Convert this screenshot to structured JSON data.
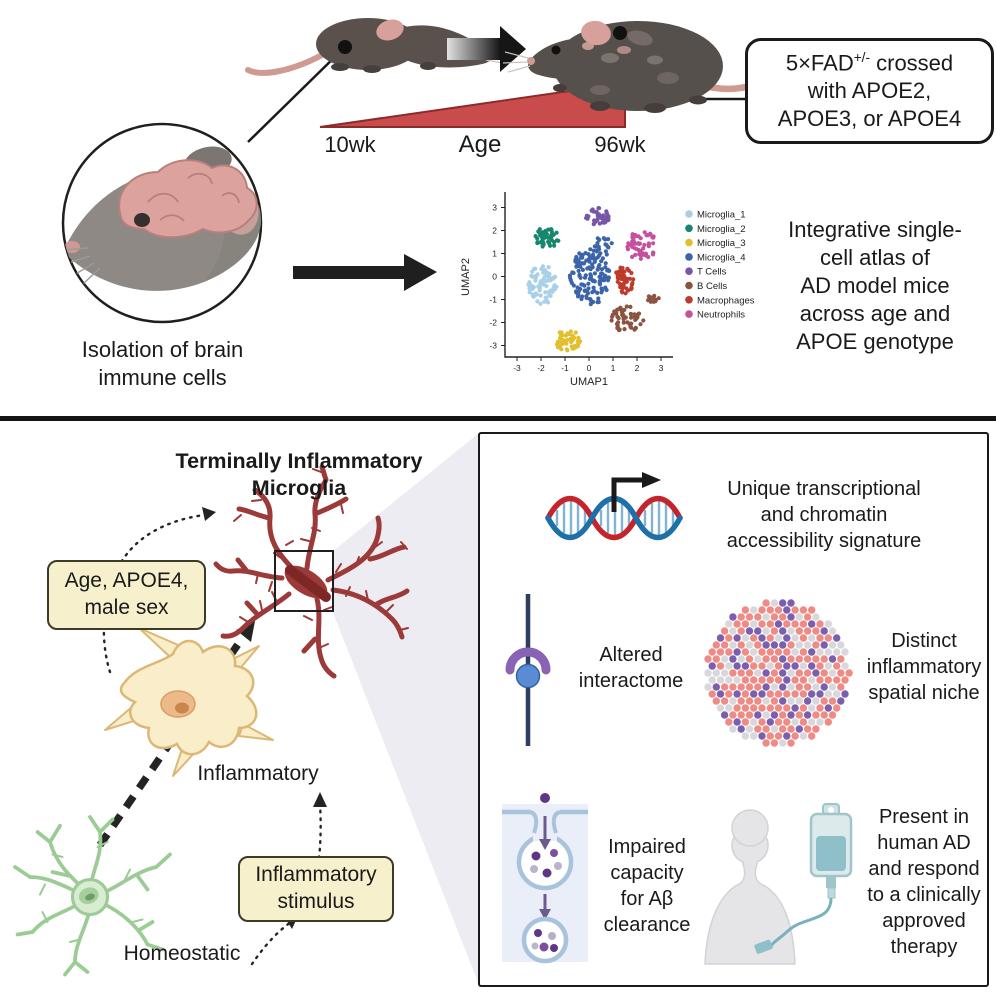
{
  "figure": {
    "top": {
      "cross_box": {
        "prefix": "5×FAD",
        "sup": "+/-",
        "rest": " crossed\nwith APOE2,\nAPOE3, or APOE4"
      },
      "age_ramp": {
        "start_label": "10wk",
        "mid_label": "Age",
        "end_label": "96wk"
      },
      "isolation_label": "Isolation of brain\nimmune cells",
      "atlas_text": "Integrative single-\ncell atlas of\nAD model mice\nacross age and\nAPOE genotype"
    },
    "bottom": {
      "title": "Terminally Inflammatory\nMicroglia",
      "age_apoe_box": "Age, APOE4,\nmale sex",
      "inflammatory_label": "Inflammatory",
      "homeostatic_label": "Homeostatic",
      "stimulus_box": "Inflammatory\nstimulus",
      "panel": {
        "transcription_text": "Unique transcriptional\nand chromatin\naccessibility signature",
        "interactome_text": "Altered\ninteractome",
        "spatial_text": "Distinct\ninflammatory\nspatial niche",
        "clearance_text": "Impaired\ncapacity\nfor Aβ\nclearance",
        "therapy_text": "Present in\nhuman AD\nand respond\nto a clinically\napproved\ntherapy"
      }
    }
  },
  "chart_data": {
    "type": "scatter",
    "title": "",
    "xlabel": "UMAP1",
    "ylabel": "UMAP2",
    "xlim": [
      -3.5,
      3.5
    ],
    "ylim": [
      -3.5,
      3.5
    ],
    "xticks": [
      -3,
      -2,
      -1,
      0,
      1,
      2,
      3
    ],
    "yticks": [
      -3,
      -2,
      -1,
      0,
      1,
      2,
      3
    ],
    "grid": false,
    "legend_position": "right",
    "point_radius": 2.1,
    "series": [
      {
        "name": "Microglia_1",
        "color": "#a9d0e8",
        "blobs": [
          {
            "center": [
              -1.95,
              -0.35
            ],
            "rx": 0.62,
            "ry": 0.85,
            "count": 70
          }
        ]
      },
      {
        "name": "Microglia_2",
        "color": "#17866e",
        "blobs": [
          {
            "center": [
              -1.75,
              1.7
            ],
            "rx": 0.5,
            "ry": 0.45,
            "count": 48
          }
        ]
      },
      {
        "name": "Microglia_3",
        "color": "#e2bf2d",
        "blobs": [
          {
            "center": [
              -0.9,
              -2.75
            ],
            "rx": 0.55,
            "ry": 0.5,
            "count": 45
          }
        ]
      },
      {
        "name": "Microglia_4",
        "color": "#3c64aa",
        "blobs": [
          {
            "center": [
              0.05,
              0.0
            ],
            "rx": 0.85,
            "ry": 1.25,
            "count": 130
          },
          {
            "center": [
              0.55,
              1.3
            ],
            "rx": 0.45,
            "ry": 0.4,
            "count": 18
          }
        ]
      },
      {
        "name": "T Cells",
        "color": "#7757a5",
        "blobs": [
          {
            "center": [
              0.35,
              2.6
            ],
            "rx": 0.5,
            "ry": 0.38,
            "count": 38
          }
        ]
      },
      {
        "name": "B Cells",
        "color": "#8a5441",
        "blobs": [
          {
            "center": [
              1.6,
              -1.85
            ],
            "rx": 0.75,
            "ry": 0.55,
            "count": 55
          },
          {
            "center": [
              2.7,
              -0.9
            ],
            "rx": 0.28,
            "ry": 0.25,
            "count": 12
          }
        ]
      },
      {
        "name": "Macrophages",
        "color": "#bf3a2b",
        "blobs": [
          {
            "center": [
              1.45,
              -0.15
            ],
            "rx": 0.42,
            "ry": 0.6,
            "count": 45
          }
        ]
      },
      {
        "name": "Neutrophils",
        "color": "#c4509e",
        "blobs": [
          {
            "center": [
              2.2,
              1.35
            ],
            "rx": 0.6,
            "ry": 0.7,
            "count": 55
          }
        ]
      }
    ]
  },
  "icons": {
    "spatial_hexbin": {
      "colors": [
        "#ef8b85",
        "#7b5fae",
        "#d8d8dc"
      ],
      "weights": [
        0.52,
        0.22,
        0.26
      ]
    },
    "names": [
      "mouse-young-icon",
      "mouse-aged-icon",
      "gradient-arrow-icon",
      "age-triangle-icon",
      "brain-isolation-icon",
      "arrow-right-icon",
      "terminal-microglia-icon",
      "inflammatory-microglia-icon",
      "homeostatic-microglia-icon",
      "dna-transcription-icon",
      "receptor-interactome-icon",
      "spatial-hexbin-icon",
      "phagocytosis-vesicle-icon",
      "patient-iv-icon"
    ]
  },
  "colors": {
    "accent_red": "#c94b4b",
    "panel_border": "#1a1a1a",
    "callout_fill": "#f7f0cd",
    "callout_border": "#3b3b26",
    "funnel": "#ececf2",
    "terminal_microglia": "#9c3939",
    "inflammatory_cell": "#f9edca",
    "homeostatic_cell": "#9ccb96"
  }
}
